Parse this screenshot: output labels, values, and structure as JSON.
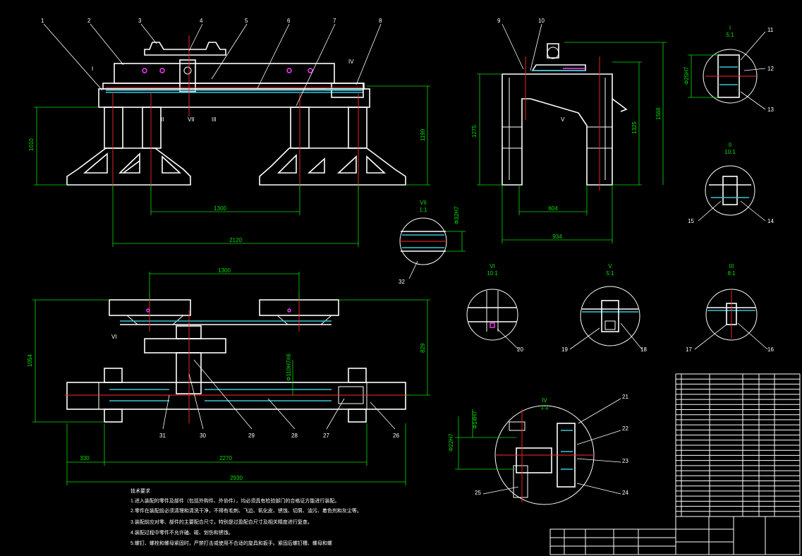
{
  "colors": {
    "background": "#000000",
    "outline": "#ffffff",
    "dimension": "#00e000",
    "centerline": "#ff2a2a",
    "hatch": "#38c8d8",
    "marker": "#ff40ff"
  },
  "balloons": [
    "1",
    "2",
    "3",
    "4",
    "5",
    "6",
    "7",
    "8",
    "9",
    "10",
    "11",
    "12",
    "13",
    "14",
    "15",
    "16",
    "17",
    "18",
    "19",
    "20",
    "21",
    "22",
    "23",
    "24",
    "25",
    "26",
    "27",
    "28",
    "29",
    "30",
    "31",
    "32"
  ],
  "views": {
    "front": {
      "dims": {
        "overall": "2120",
        "span": "1300",
        "height_left": "1010",
        "height_right": "1199"
      },
      "section_marks": [
        "I",
        "II",
        "III",
        "IV",
        "VII"
      ]
    },
    "side": {
      "dims": {
        "width": "934",
        "inner": "604",
        "h1": "1275",
        "h2": "1325",
        "h3": "1566"
      },
      "section_marks": [
        "V"
      ]
    },
    "top": {
      "dims": {
        "overall": "2930",
        "inner": "2270",
        "left": "330",
        "span": "1300",
        "height": "1054",
        "h_right": "829",
        "bore": "Φ110H7/r6"
      },
      "section_marks": [
        "VI"
      ]
    }
  },
  "details": [
    {
      "id": "I",
      "scale": "5:1",
      "dim": "Φ25H7"
    },
    {
      "id": "II",
      "scale": "10:1"
    },
    {
      "id": "VII",
      "scale": "1:1",
      "dim": "Φ32H7"
    },
    {
      "id": "VI",
      "scale": "10:1"
    },
    {
      "id": "V",
      "scale": "5:1"
    },
    {
      "id": "III",
      "scale": "8:1"
    },
    {
      "id": "IV",
      "scale": "1:1",
      "dims": [
        "Φ14H7",
        "Φ22H7"
      ]
    }
  ],
  "notes": {
    "title": "技术要求",
    "items": [
      "1.进入装配的零件及部件（包括外购件、外协件），均必须具有检验部门的合格证方能进行装配。",
      "2.零件在装配前必须清理和清洗干净，不得有毛刺、飞边、氧化皮、锈蚀、切屑、油污、着色剂和灰尘等。",
      "3.装配前应对零、部件的主要配合尺寸，特别是过盈配合尺寸及相关精度进行复查。",
      "4.装配过程中零件不允许磕、碰、划伤和锈蚀。",
      "5.螺钉、螺栓和螺母紧固时，严禁打击或使用不合适的旋具和扳手。紧固后螺钉槽、螺母和螺"
    ]
  }
}
